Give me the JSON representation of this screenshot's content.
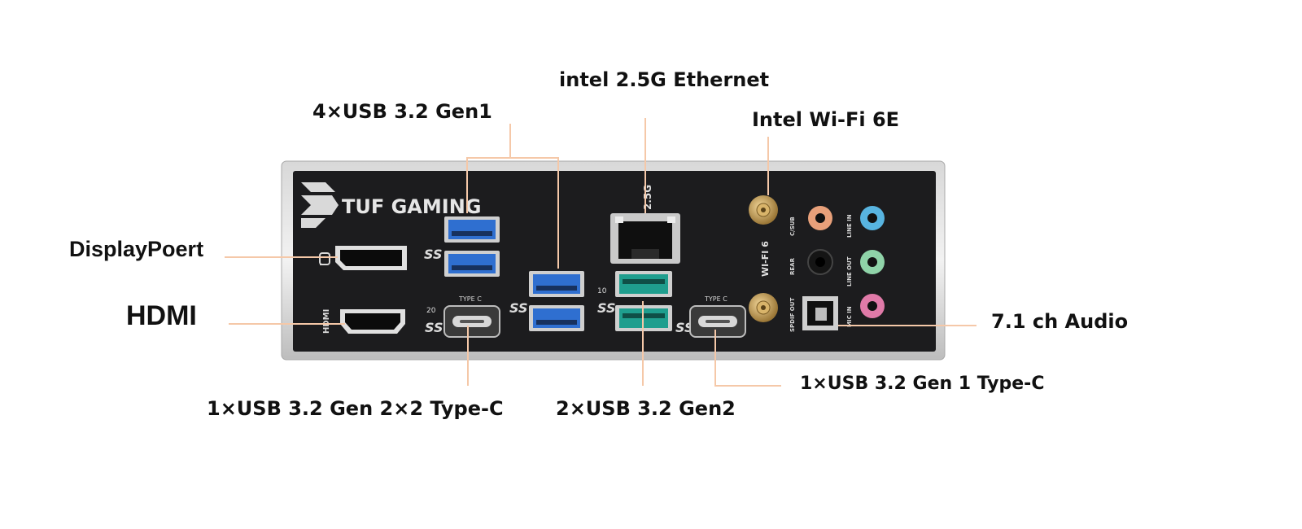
{
  "labels": {
    "usb_gen1": "4×USB 3.2 Gen1",
    "ethernet": "intel 2.5G Ethernet",
    "wifi": "Intel Wi-Fi 6E",
    "displayport": "DisplayPoert",
    "hdmi": "HDMI",
    "audio": "7.1 ch Audio",
    "usb_gen2x2": "1×USB 3.2 Gen 2×2 Type-C",
    "usb_gen2": "2×USB 3.2 Gen2",
    "usb_gen1_typec": "1×USB 3.2 Gen 1 Type-C"
  },
  "panel": {
    "brand": "TUF GAMING",
    "eth_speed": "2.5G",
    "wifi_text": "WI-FI 6",
    "hdmi_text": "HDMI",
    "typec_text": "TYPE C",
    "ss_gen2x2": "20",
    "ss_gen2": "10",
    "audio_labels": {
      "csub": "C/SUB",
      "linein": "LINE IN",
      "rear": "REAR",
      "lineout": "LINE OUT",
      "spdif": "SPDIF OUT",
      "micin": "MIC IN"
    }
  },
  "colors": {
    "leader": "#f5c8a8",
    "panel": "#1c1c1e",
    "usb_blue": "#2f6fd0",
    "usb_teal": "#1f9e8e",
    "jack_orange": "#e8a07a",
    "jack_blue": "#58b4e0",
    "jack_black": "#151515",
    "jack_green": "#8fd3a8",
    "jack_pink": "#e07aa8"
  }
}
